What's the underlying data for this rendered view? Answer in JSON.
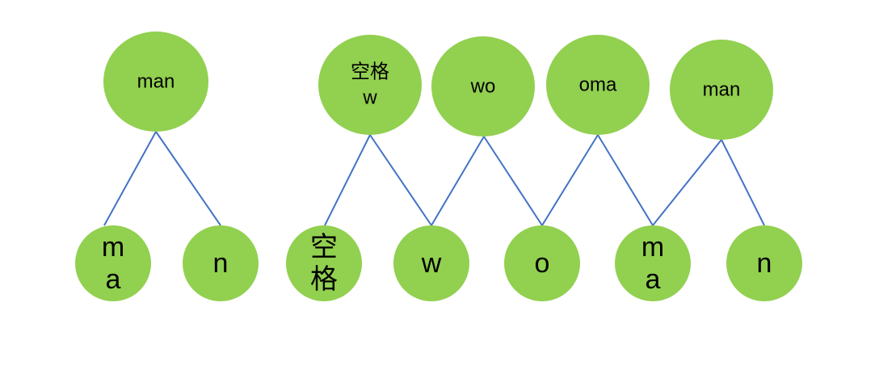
{
  "colors": {
    "node_fill": "#92d050",
    "edge_stroke": "#4472c4",
    "text": "#000000"
  },
  "top_nodes": [
    {
      "id": "t1",
      "lines": [
        "man"
      ]
    },
    {
      "id": "t2",
      "lines": [
        "空格",
        "w"
      ]
    },
    {
      "id": "t3",
      "lines": [
        "wo"
      ]
    },
    {
      "id": "t4",
      "lines": [
        "oma"
      ]
    },
    {
      "id": "t5",
      "lines": [
        "man"
      ]
    }
  ],
  "bottom_nodes": [
    {
      "id": "b1",
      "lines": [
        "m",
        "a"
      ]
    },
    {
      "id": "b2",
      "lines": [
        "n"
      ]
    },
    {
      "id": "b3",
      "lines": [
        "空",
        "格"
      ]
    },
    {
      "id": "b4",
      "lines": [
        "w"
      ]
    },
    {
      "id": "b5",
      "lines": [
        "o"
      ]
    },
    {
      "id": "b6",
      "lines": [
        "m",
        "a"
      ]
    },
    {
      "id": "b7",
      "lines": [
        "n"
      ]
    }
  ],
  "edges": [
    [
      "t1",
      "b1"
    ],
    [
      "t1",
      "b2"
    ],
    [
      "t2",
      "b3"
    ],
    [
      "t2",
      "b4"
    ],
    [
      "t3",
      "b4"
    ],
    [
      "t3",
      "b5"
    ],
    [
      "t4",
      "b5"
    ],
    [
      "t4",
      "b6"
    ],
    [
      "t5",
      "b6"
    ],
    [
      "t5",
      "b7"
    ]
  ]
}
